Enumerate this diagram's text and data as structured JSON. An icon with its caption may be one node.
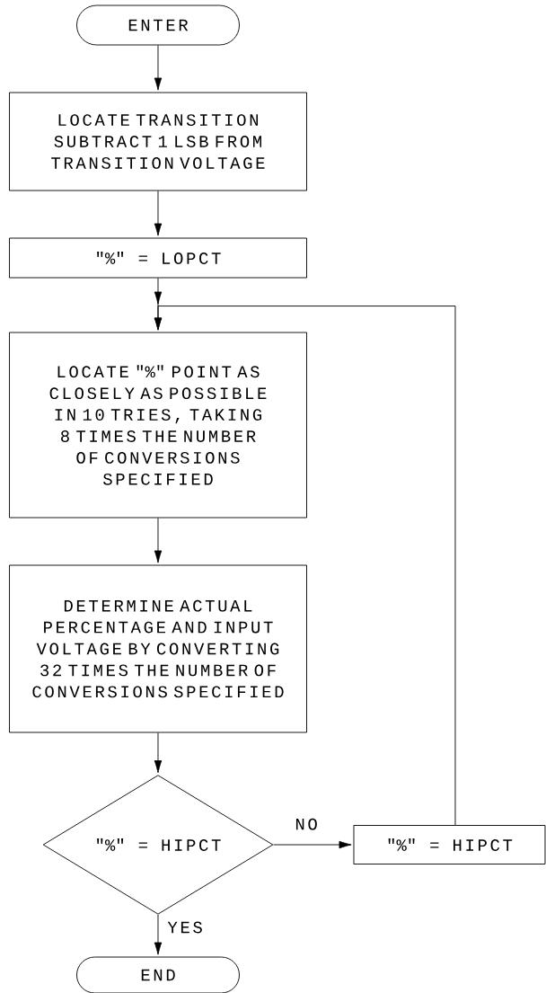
{
  "diagram": {
    "nodes": [
      {
        "text": [
          "ENTER"
        ]
      },
      {
        "text": [
          "LOCATE TRANSITION SUBTRACT 1 LSB FROM TRANSITION VOLTAGE"
        ]
      },
      {
        "text": [
          "\"%\" = LOPCT"
        ]
      },
      {
        "text": [
          "LOCATE \"%\" POINT AS CLOSELY AS POSSIBLE IN 10 TRIES, TAKING 8 TIMES THE NUMBER OF CONVERSIONS SPECIFIED"
        ]
      },
      {
        "text": [
          "DETERMINE ACTUAL PERCENTAGE AND INPUT VOLTAGE BY CONVERTING 32 TIMES THE NUMBER OF CONVERSIONS SPECIFIED"
        ]
      },
      {
        "text": [
          "\"%\" = HIPCT"
        ]
      },
      {
        "text": [
          "\"%\" = HIPCT"
        ]
      },
      {
        "text": [
          "END"
        ]
      }
    ],
    "edges": [
      {
        "from": 0,
        "to": 1,
        "arrow": "to"
      },
      {
        "from": 1,
        "to": 2,
        "arrow": "to"
      },
      {
        "from": 2,
        "to": 3,
        "arrow": "to"
      },
      {
        "from": 3,
        "to": 4,
        "arrow": "to"
      },
      {
        "from": 4,
        "to": 5,
        "arrow": "to"
      },
      {
        "from": 5,
        "to": 6,
        "label": "NO",
        "arrow": "to"
      },
      {
        "from": 6,
        "to": 3,
        "arrow": "to"
      },
      {
        "from": 5,
        "to": 7,
        "label": "YES",
        "arrow": "to"
      }
    ]
  }
}
